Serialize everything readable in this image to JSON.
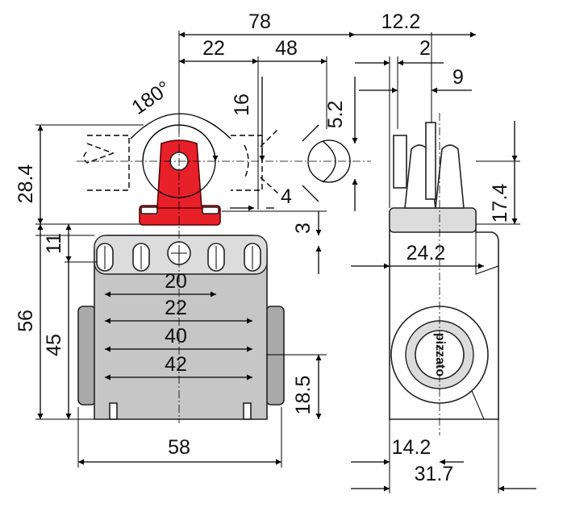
{
  "dimensions": {
    "d78": "78",
    "d22_top": "22",
    "d48": "48",
    "d12_2": "12.2",
    "d2": "2",
    "d9": "9",
    "angle": "180°",
    "d16": "16",
    "d5_2": "5.2",
    "d28_4": "28.4",
    "d4": "4",
    "d3": "3",
    "d17_4": "17.4",
    "d24_2": "24.2",
    "d11": "11",
    "d56": "56",
    "d45": "45",
    "d20": "20",
    "d22_mid": "22",
    "d40": "40",
    "d42": "42",
    "d18_5": "18.5",
    "d58": "58",
    "d14_2": "14.2",
    "d31_7": "31.7"
  },
  "logo": "pizzato",
  "colors": {
    "actuator_red": "#e8202a",
    "body_grey": "#a9a9a9",
    "cover_grey": "#c6c6c6"
  }
}
